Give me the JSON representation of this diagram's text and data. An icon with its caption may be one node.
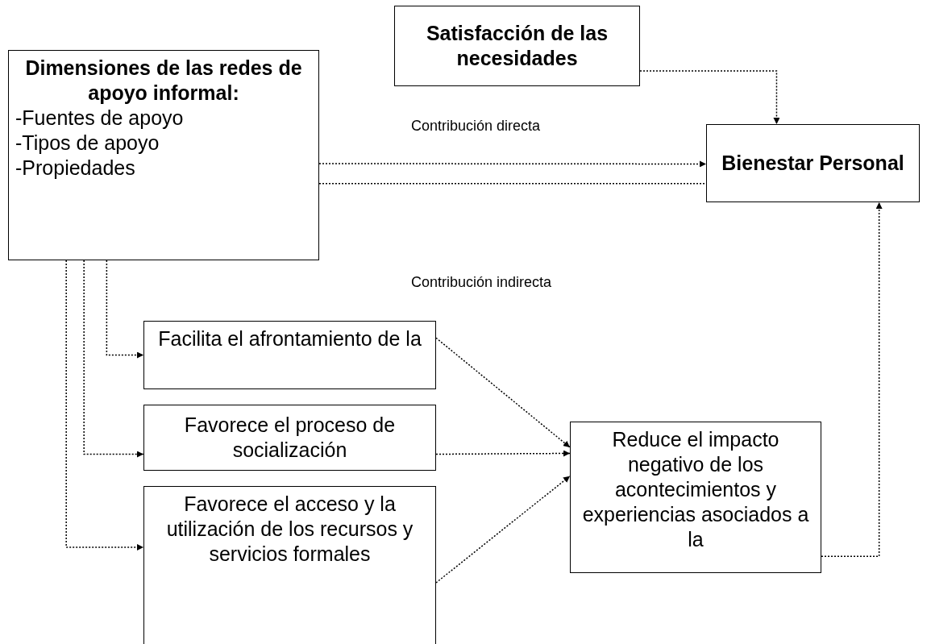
{
  "diagram": {
    "nodes": [
      {
        "text": [
          "Satisfacción de las necesidades"
        ]
      },
      {
        "text": [
          "Dimensiones de las redes de apoyo informal:",
          "-Fuentes de apoyo",
          "-Tipos de apoyo",
          "-Propiedades"
        ]
      },
      {
        "text": [
          "Bienestar Personal"
        ]
      },
      {
        "text": [
          "Facilita el afrontamiento de la"
        ]
      },
      {
        "text": [
          "Favorece el proceso de socialización"
        ]
      },
      {
        "text": [
          "Favorece el acceso y la utilización de los recursos y servicios formales"
        ]
      },
      {
        "text": [
          "Reduce el impacto negativo de los acontecimientos y experiencias asociados a la"
        ]
      }
    ],
    "edges": [
      {
        "from": 0,
        "to": 2,
        "arrow": "to"
      },
      {
        "from": 1,
        "to": 2,
        "arrow": "to",
        "label": "Contribución directa"
      },
      {
        "from": 1,
        "to": 2,
        "arrow": "none"
      },
      {
        "from": 1,
        "to": 3,
        "arrow": "to"
      },
      {
        "from": 1,
        "to": 4,
        "arrow": "to"
      },
      {
        "from": 1,
        "to": 5,
        "arrow": "to"
      },
      {
        "from": 3,
        "to": 6,
        "arrow": "to"
      },
      {
        "from": 4,
        "to": 6,
        "arrow": "to"
      },
      {
        "from": 5,
        "to": 6,
        "arrow": "to"
      },
      {
        "from": 6,
        "to": 2,
        "arrow": "to"
      }
    ],
    "labels": [
      "Contribución indirecta"
    ]
  }
}
